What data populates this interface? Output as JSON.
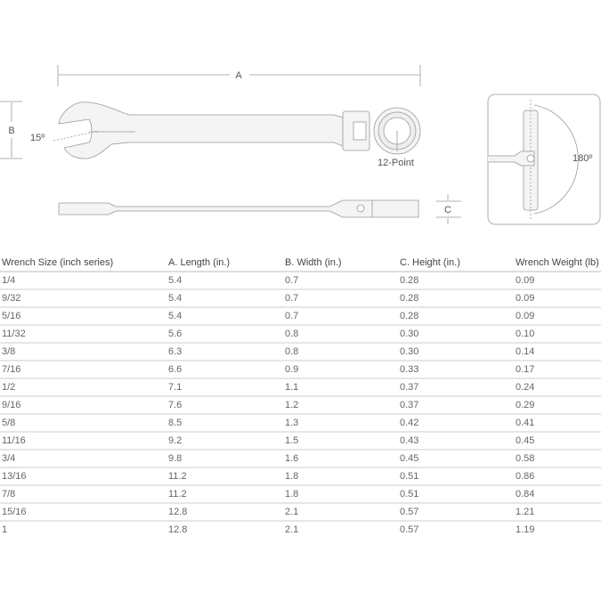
{
  "diagram": {
    "label_a": "A",
    "label_b": "B",
    "label_c": "C",
    "angle_offset": "15º",
    "point_label": "12-Point",
    "flex_angle": "180º"
  },
  "table": {
    "headers": [
      "Wrench Size (inch series)",
      "A. Length (in.)",
      "B. Width (in.)",
      "C. Height (in.)",
      "Wrench Weight (lb)"
    ],
    "rows": [
      [
        "1/4",
        "5.4",
        "0.7",
        "0.28",
        "0.09"
      ],
      [
        "9/32",
        "5.4",
        "0.7",
        "0.28",
        "0.09"
      ],
      [
        "5/16",
        "5.4",
        "0.7",
        "0.28",
        "0.09"
      ],
      [
        "11/32",
        "5.6",
        "0.8",
        "0.30",
        "0.10"
      ],
      [
        "3/8",
        "6.3",
        "0.8",
        "0.30",
        "0.14"
      ],
      [
        "7/16",
        "6.6",
        "0.9",
        "0.33",
        "0.17"
      ],
      [
        "1/2",
        "7.1",
        "1.1",
        "0.37",
        "0.24"
      ],
      [
        "9/16",
        "7.6",
        "1.2",
        "0.37",
        "0.29"
      ],
      [
        "5/8",
        "8.5",
        "1.3",
        "0.42",
        "0.41"
      ],
      [
        "11/16",
        "9.2",
        "1.5",
        "0.43",
        "0.45"
      ],
      [
        "3/4",
        "9.8",
        "1.6",
        "0.45",
        "0.58"
      ],
      [
        "13/16",
        "11.2",
        "1.8",
        "0.51",
        "0.86"
      ],
      [
        "7/8",
        "11.2",
        "1.8",
        "0.51",
        "0.84"
      ],
      [
        "15/16",
        "12.8",
        "2.1",
        "0.57",
        "1.21"
      ],
      [
        "1",
        "12.8",
        "2.1",
        "0.57",
        "1.19"
      ]
    ]
  }
}
